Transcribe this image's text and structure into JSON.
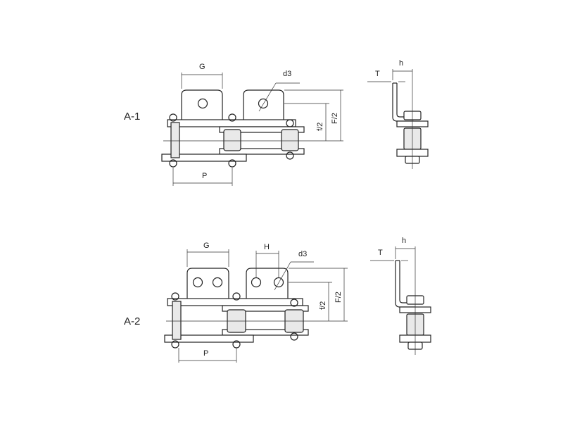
{
  "diagram": {
    "sections": [
      {
        "label": "A-1",
        "dimensions": {
          "G": "G",
          "d3": "d3",
          "f2": "f/2",
          "F2": "F/2",
          "P": "P",
          "T": "T",
          "h": "h"
        }
      },
      {
        "label": "A-2",
        "dimensions": {
          "G": "G",
          "H": "H",
          "d3": "d3",
          "f2": "f/2",
          "F2": "F/2",
          "P": "P",
          "T": "T",
          "h": "h"
        }
      }
    ],
    "colors": {
      "line": "#222222",
      "background": "#ffffff"
    }
  }
}
